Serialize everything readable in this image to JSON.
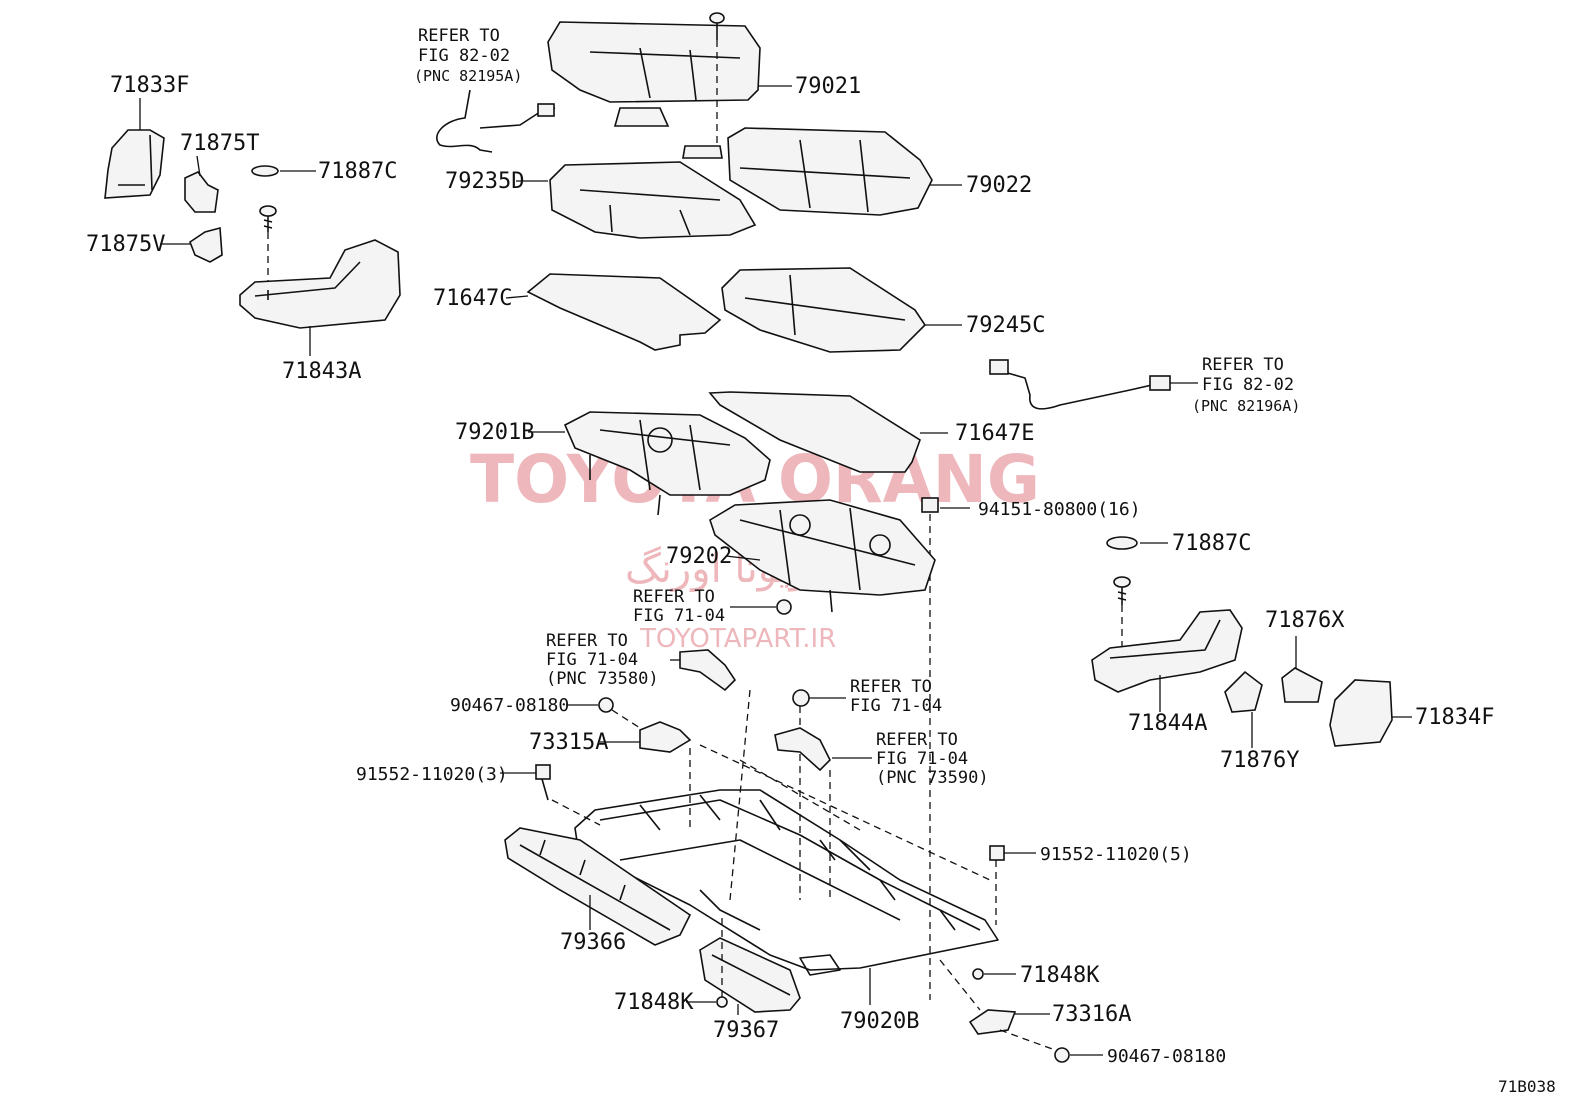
{
  "watermark": {
    "main": "TOYOTA ORANG",
    "persian": "تویوتا اورنگ",
    "site": "TOYOTAPART.IR",
    "color": "#e8a0a6"
  },
  "diagram_code": "71B038",
  "labels": {
    "p71833F": "71833F",
    "p71875T": "71875T",
    "p71887C_a": "71887C",
    "p71875V": "71875V",
    "p71843A": "71843A",
    "p79021": "79021",
    "p79235D": "79235D",
    "p79022": "79022",
    "p71647C": "71647C",
    "p79245C": "79245C",
    "p79201B": "79201B",
    "p71647E": "71647E",
    "p94151": "94151-80800(16)",
    "p79202": "79202",
    "p71887C_b": "71887C",
    "p71876X": "71876X",
    "p71844A": "71844A",
    "p71834F": "71834F",
    "p71876Y": "71876Y",
    "p90467_a": "90467-08180",
    "p73315A": "73315A",
    "p91552_a": "91552-11020(3)",
    "p79366": "79366",
    "p91552_b": "91552-11020(5)",
    "p71848K_a": "71848K",
    "p71848K_b": "71848K",
    "p79367": "79367",
    "p79020B": "79020B",
    "p73316A": "73316A",
    "p90467_b": "90467-08180"
  },
  "references": {
    "r1": [
      "REFER TO",
      "FIG 82-02",
      "(PNC 82195A)"
    ],
    "r2": [
      "REFER TO",
      "FIG 82-02",
      "(PNC 82196A)"
    ],
    "r3": [
      "REFER TO",
      "FIG 71-04"
    ],
    "r4": [
      "REFER TO",
      "FIG 71-04",
      "(PNC 73580)"
    ],
    "r5": [
      "REFER TO",
      "FIG 71-04"
    ],
    "r6": [
      "REFER TO",
      "FIG 71-04",
      "(PNC 73590)"
    ]
  }
}
